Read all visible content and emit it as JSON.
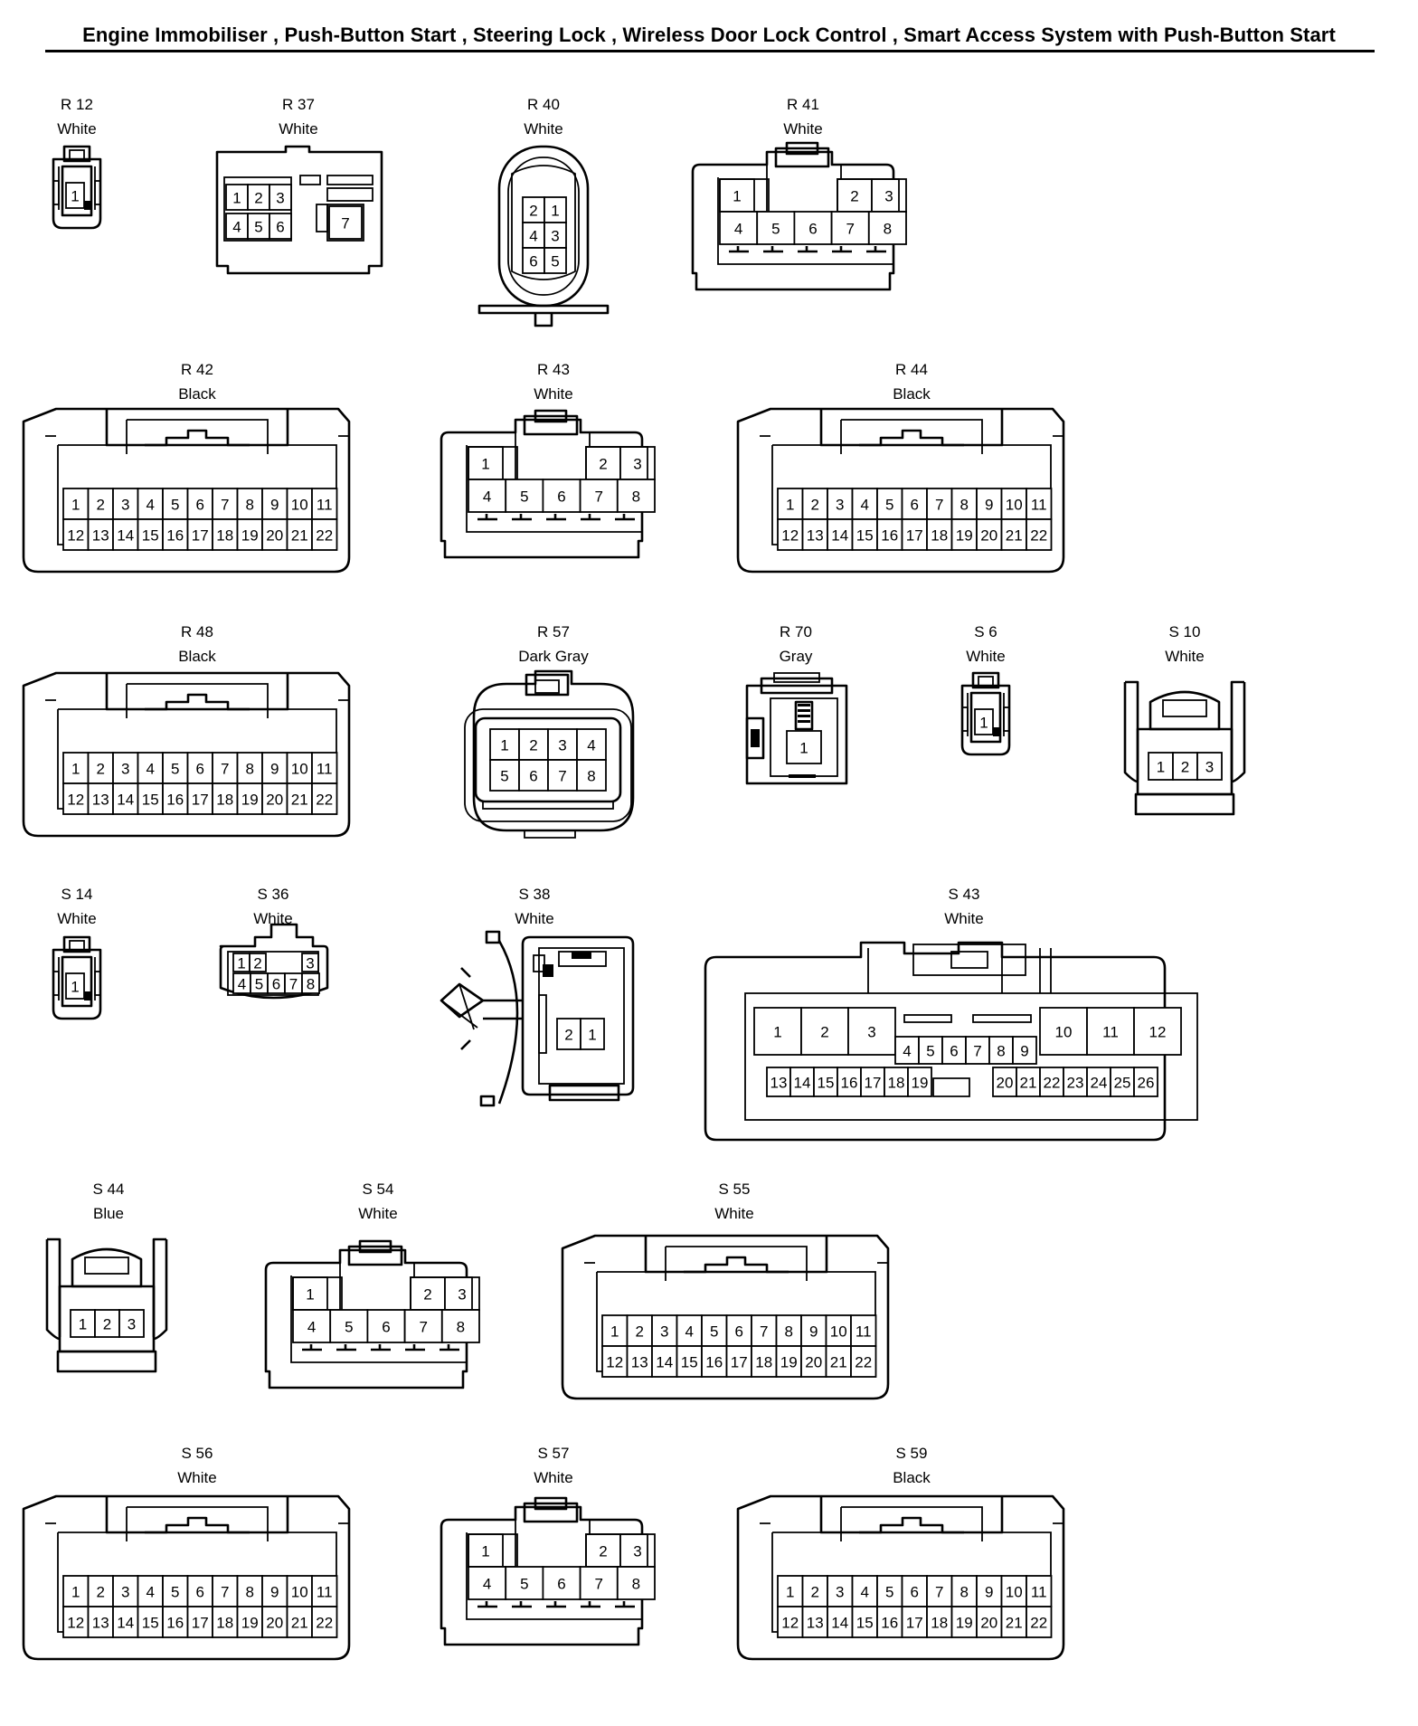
{
  "title": "Engine Immobiliser , Push-Button Start , Steering Lock , Wireless Door Lock Control , Smart Access System with Push-Button Start",
  "connectors": [
    {
      "id": "R 12",
      "color": "White"
    },
    {
      "id": "R 37",
      "color": "White"
    },
    {
      "id": "R 40",
      "color": "White"
    },
    {
      "id": "R 41",
      "color": "White"
    },
    {
      "id": "R 42",
      "color": "Black"
    },
    {
      "id": "R 43",
      "color": "White"
    },
    {
      "id": "R 44",
      "color": "Black"
    },
    {
      "id": "R 48",
      "color": "Black"
    },
    {
      "id": "R 57",
      "color": "Dark Gray"
    },
    {
      "id": "R 70",
      "color": "Gray"
    },
    {
      "id": "S 6",
      "color": "White"
    },
    {
      "id": "S 10",
      "color": "White"
    },
    {
      "id": "S 14",
      "color": "White"
    },
    {
      "id": "S 36",
      "color": "White"
    },
    {
      "id": "S 38",
      "color": "White"
    },
    {
      "id": "S 43",
      "color": "White"
    },
    {
      "id": "S 44",
      "color": "Blue"
    },
    {
      "id": "S 54",
      "color": "White"
    },
    {
      "id": "S 55",
      "color": "White"
    },
    {
      "id": "S 56",
      "color": "White"
    },
    {
      "id": "S 57",
      "color": "White"
    },
    {
      "id": "S 59",
      "color": "Black"
    }
  ]
}
